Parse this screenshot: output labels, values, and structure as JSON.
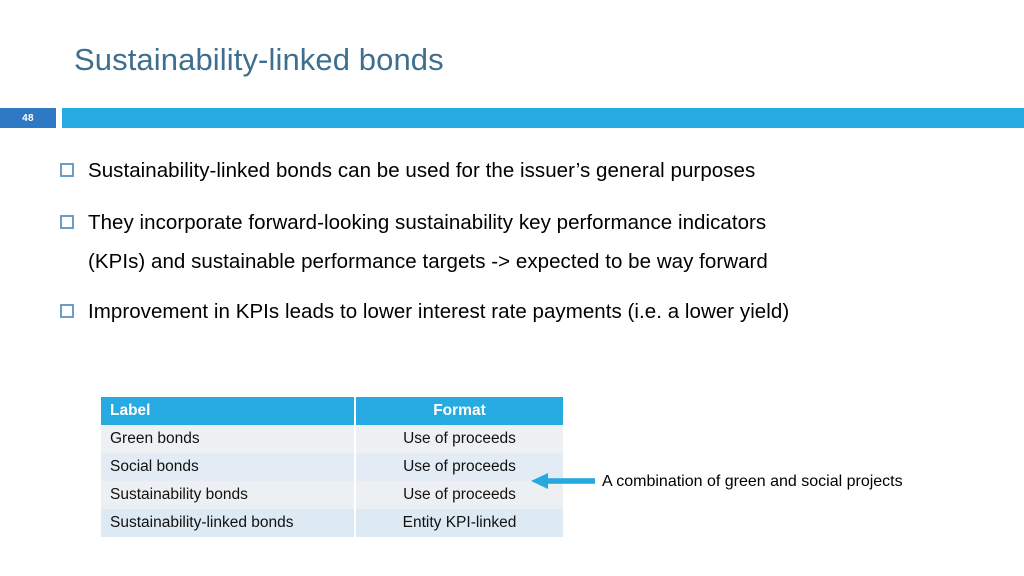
{
  "slide": {
    "title": "Sustainability-linked bonds",
    "page_number": "48",
    "title_color": "#3f6f8e",
    "accent_color": "#27aae1",
    "badge_color": "#2e79c4"
  },
  "bullets": [
    {
      "marker": "hollow-square-bullet",
      "text": "Sustainability-linked bonds can be used for the issuer’s general purposes"
    },
    {
      "marker": "hollow-square-bullet",
      "text": "They incorporate forward-looking sustainability key performance indicators"
    },
    {
      "marker": "none",
      "text": "(KPIs) and sustainable performance targets -> expected to be way forward"
    },
    {
      "marker": "hollow-square-bullet",
      "text": "Improvement in KPIs leads to lower interest rate payments (i.e. a lower yield)"
    }
  ],
  "table": {
    "headers": [
      "Label",
      "Format"
    ],
    "rows": [
      {
        "label": "Green bonds",
        "format": "Use of proceeds"
      },
      {
        "label": "Social bonds",
        "format": "Use of proceeds"
      },
      {
        "label": "Sustainability bonds",
        "format": "Use of proceeds"
      },
      {
        "label": "Sustainability-linked bonds",
        "format": "Entity KPI-linked"
      }
    ]
  },
  "callout": {
    "arrow_icon": "left-arrow-icon",
    "arrow_color": "#27a8df",
    "note": "A combination of green and social projects"
  }
}
